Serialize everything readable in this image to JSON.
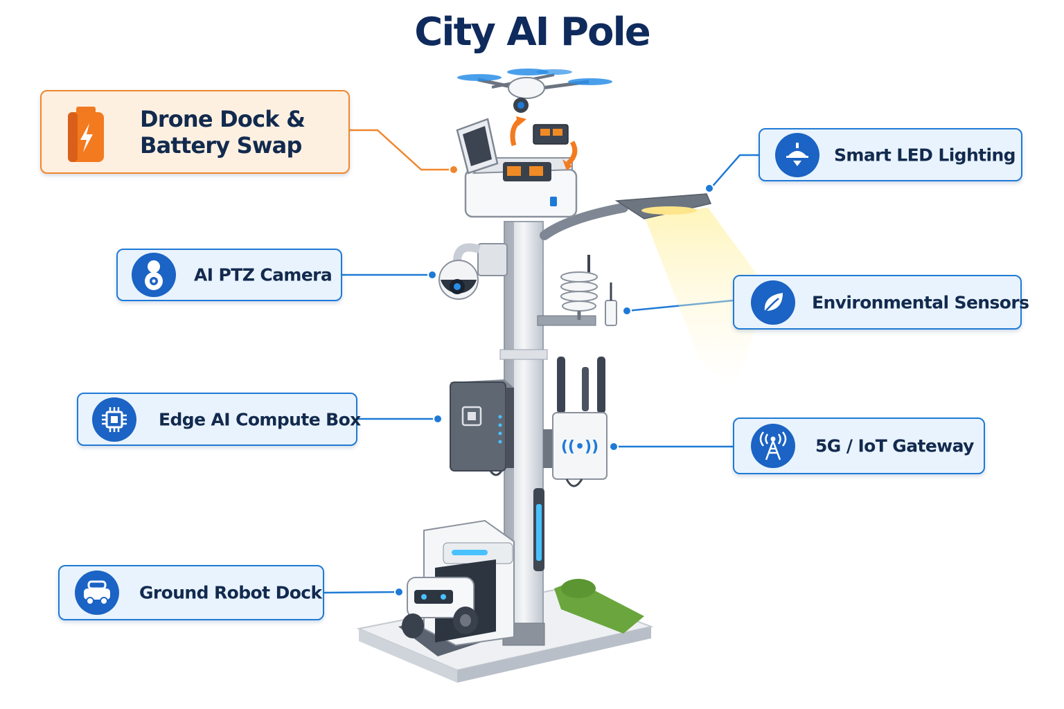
{
  "title": "City AI Pole",
  "colors": {
    "title": "#0f2a5c",
    "callout_border": "#1e7ad6",
    "callout_fill": "#e9f3fd",
    "icon_circle": "#1b63c4",
    "highlight_border": "#f0862c",
    "highlight_fill": "#fdf0e1"
  },
  "callouts": {
    "drone_dock": {
      "line1": "Drone Dock &",
      "line2": "Battery Swap",
      "icon": "battery-charging-icon"
    },
    "ptz_camera": {
      "label": "AI PTZ Camera",
      "icon": "camera-icon"
    },
    "edge_compute": {
      "label": "Edge AI Compute Box",
      "icon": "chip-icon"
    },
    "robot_dock": {
      "label": "Ground Robot Dock",
      "icon": "robot-icon"
    },
    "led_lighting": {
      "label": "Smart LED Lighting",
      "icon": "ceiling-lamp-icon"
    },
    "env_sensors": {
      "label": "Environmental Sensors",
      "icon": "leaf-icon"
    },
    "gateway": {
      "label": "5G / IoT Gateway",
      "icon": "antenna-tower-icon"
    }
  }
}
